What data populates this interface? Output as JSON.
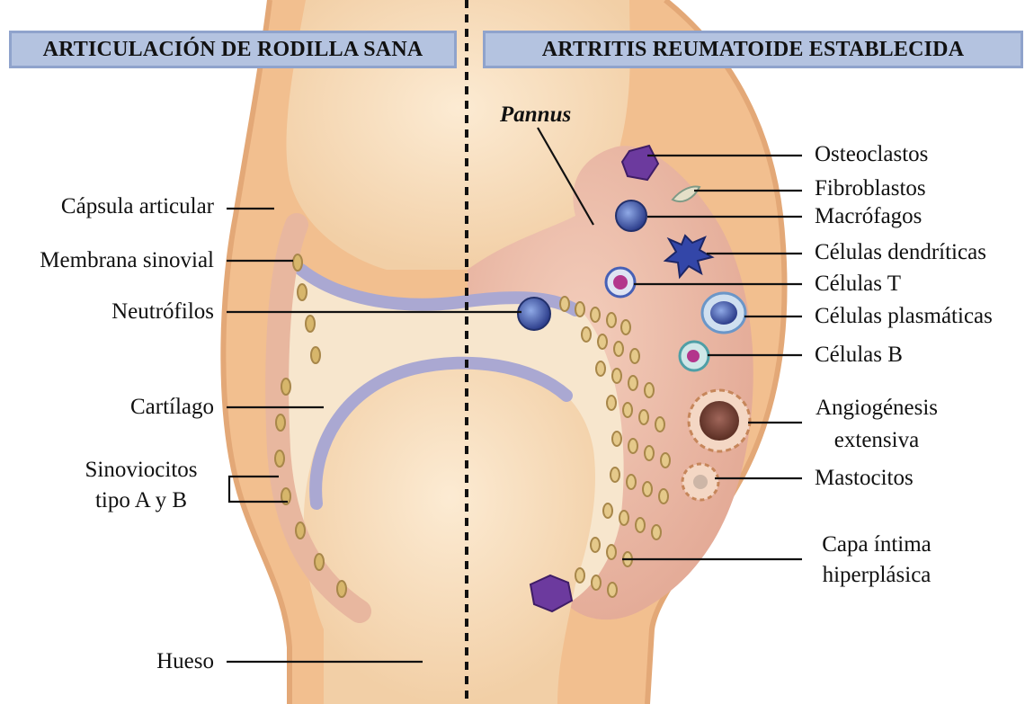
{
  "headers": {
    "left": "ARTICULACIÓN DE RODILLA SANA",
    "right": "ARTRITIS REUMATOIDE ESTABLECIDA"
  },
  "labels_left": {
    "capsula": "Cápsula articular",
    "membrana": "Membrana sinovial",
    "neutrofilos": "Neutrófilos",
    "cartilago": "Cartílago",
    "sinoviocitos_line1": "Sinoviocitos",
    "sinoviocitos_line2": "tipo A y B",
    "hueso": "Hueso"
  },
  "pannus": "Pannus",
  "labels_right": {
    "osteoclastos": "Osteoclastos",
    "fibroblastos": "Fibroblastos",
    "macrofagos": "Macrófagos",
    "dendriticas": "Células dendríticas",
    "celulas_t": "Células T",
    "plasmaticas": "Células plasmáticas",
    "celulas_b": "Células B",
    "angiogenesis_line1": "Angiogénesis",
    "angiogenesis_line2": "extensiva",
    "mastocitos": "Mastocitos",
    "capa_line1": "Capa íntima",
    "capa_line2": "hiperplásica"
  },
  "colors": {
    "header_bg": "#b4c3e0",
    "skin": "#f2bf8f",
    "bone": "#f9e3c6",
    "cartilage": "#a8a6cf",
    "pannus": "#eab8a6"
  }
}
